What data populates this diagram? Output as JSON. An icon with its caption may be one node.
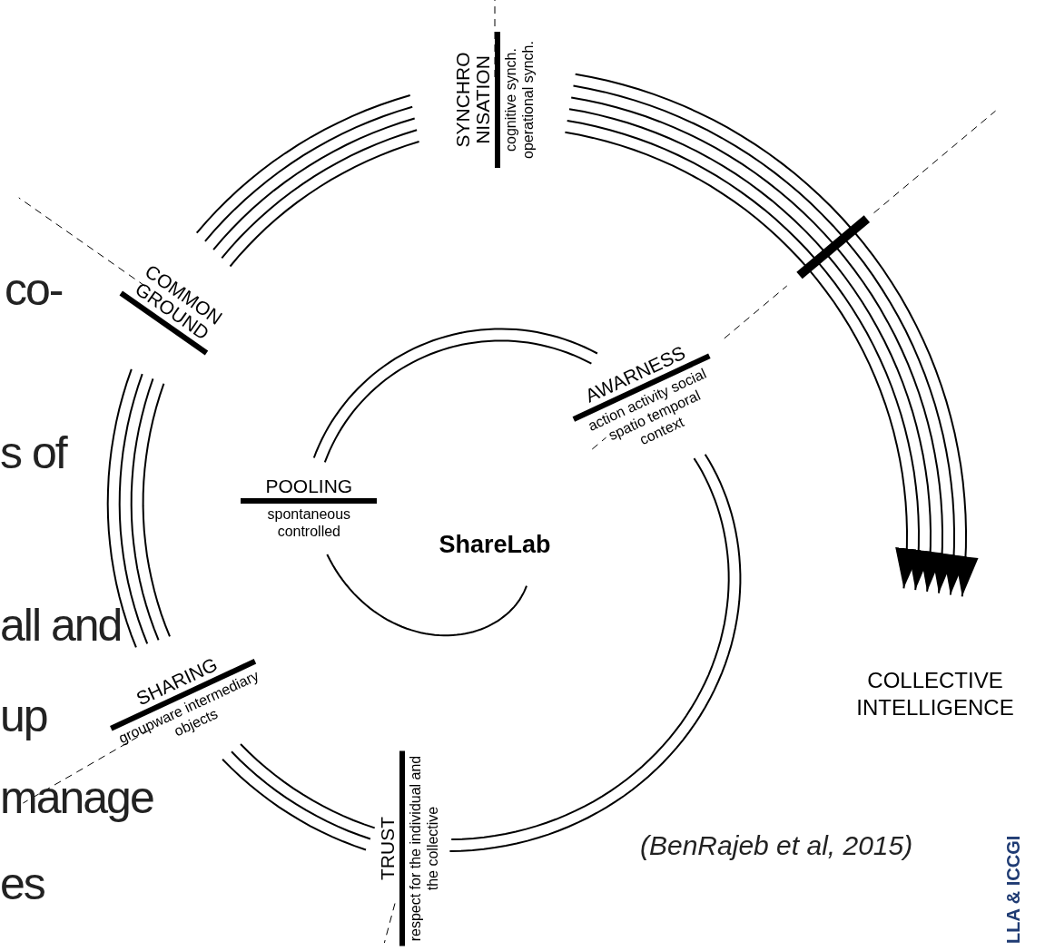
{
  "diagram": {
    "nodes": [
      {
        "text": [
          "SYNCHRO NISATION",
          "cognitive synch. operational synch."
        ]
      },
      {
        "text": [
          "COMMON GROUND"
        ]
      },
      {
        "text": [
          "POOLING",
          "spontaneous controlled"
        ]
      },
      {
        "text": [
          "AWARNESS",
          "action activity social spatio temporal context"
        ]
      },
      {
        "text": [
          "SHARING",
          "groupware intermediary objects"
        ]
      },
      {
        "text": [
          "TRUST",
          "respect for the individual and the collective"
        ]
      },
      {
        "text": [
          "COLLECTIVE INTELLIGENCE"
        ]
      },
      {
        "text": [
          "ShareLab"
        ]
      }
    ],
    "edges": [
      {
        "from": 7,
        "to": 2,
        "arrow": "none"
      },
      {
        "from": 2,
        "to": 3,
        "arrow": "none"
      },
      {
        "from": 3,
        "to": 5,
        "arrow": "none"
      },
      {
        "from": 5,
        "to": 4,
        "arrow": "none"
      },
      {
        "from": 4,
        "to": 1,
        "arrow": "none"
      },
      {
        "from": 1,
        "to": 0,
        "arrow": "none"
      },
      {
        "from": 0,
        "to": 6,
        "arrow": "to"
      }
    ],
    "labels": [
      "co-",
      "s of",
      "all and",
      "up",
      "manage",
      "es",
      "(BenRajeb et al, 2015)",
      "LLA & ICCGI"
    ]
  }
}
